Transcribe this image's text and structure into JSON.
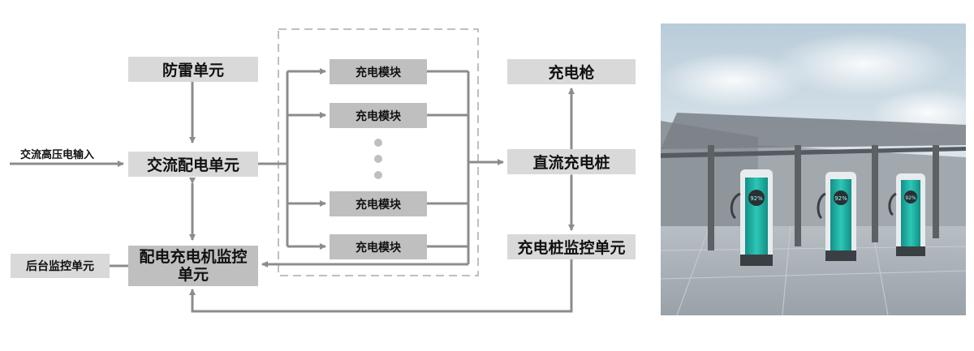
{
  "diagram": {
    "input_label": "交流高压电输入",
    "lightning_unit": "防雷单元",
    "ac_distribution": "交流配电单元",
    "backend_monitor": "后台监控单元",
    "charger_monitor": "配电充电机监控单元",
    "charging_modules": [
      "充电模块",
      "充电模块",
      "充电模块",
      "充电模块"
    ],
    "charging_gun": "充电枪",
    "dc_pile": "直流充电桩",
    "pile_monitor": "充电桩监控单元"
  },
  "photo": {
    "pile_readouts": [
      "92%",
      "92%",
      "92%"
    ]
  },
  "colors": {
    "box": "#d9d9d9",
    "box_dark": "#bfbfbf",
    "arrow": "#8c8c8c",
    "dashed_frame": "#bfbfbf",
    "pile_teal": "#1fb5a7"
  }
}
